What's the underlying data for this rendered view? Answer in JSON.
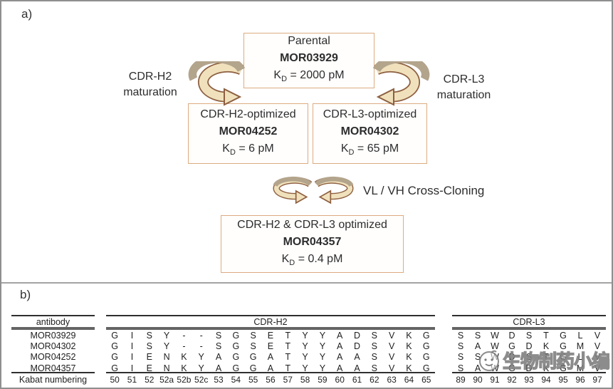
{
  "panel_a": {
    "label": "a)",
    "parental_box": {
      "title": "Parental",
      "name": "MOR03929",
      "k": "K",
      "sub": "D",
      "kd": "= 2000 pM"
    },
    "h2_box": {
      "title": "CDR-H2-optimized",
      "name": "MOR04252",
      "k": "K",
      "sub": "D",
      "kd": "= 6 pM"
    },
    "l3_box": {
      "title": "CDR-L3-optimized",
      "name": "MOR04302",
      "k": "K",
      "sub": "D",
      "kd": "= 65 pM"
    },
    "combined_box": {
      "title": "CDR-H2 & CDR-L3 optimized",
      "name": "MOR04357",
      "k": "K",
      "sub": "D",
      "kd": "= 0.4 pM"
    },
    "left_label_line1": "CDR-H2",
    "left_label_line2": "maturation",
    "right_label_line1": "CDR-L3",
    "right_label_line2": "maturation",
    "cross_cloning_label": "VL / VH Cross-Cloning"
  },
  "panel_b": {
    "label": "b)",
    "antibody_header": "antibody",
    "kabat_label": "Kabat numbering",
    "antibodies": [
      "MOR03929",
      "MOR04302",
      "MOR04252",
      "MOR04357"
    ],
    "cdr_h2": {
      "title": "CDR-H2",
      "kabat": [
        "50",
        "51",
        "52",
        "52a",
        "52b",
        "52c",
        "53",
        "54",
        "55",
        "56",
        "57",
        "58",
        "59",
        "60",
        "61",
        "62",
        "63",
        "64",
        "65"
      ],
      "sequences": [
        [
          "G",
          "I",
          "S",
          "Y",
          "-",
          "-",
          "S",
          "G",
          "S",
          "E",
          "T",
          "Y",
          "Y",
          "A",
          "D",
          "S",
          "V",
          "K",
          "G"
        ],
        [
          "G",
          "I",
          "S",
          "Y",
          "-",
          "-",
          "S",
          "G",
          "S",
          "E",
          "T",
          "Y",
          "Y",
          "A",
          "D",
          "S",
          "V",
          "K",
          "G"
        ],
        [
          "G",
          "I",
          "E",
          "N",
          "K",
          "Y",
          "A",
          "G",
          "G",
          "A",
          "T",
          "Y",
          "Y",
          "A",
          "A",
          "S",
          "V",
          "K",
          "G"
        ],
        [
          "G",
          "I",
          "E",
          "N",
          "K",
          "Y",
          "A",
          "G",
          "G",
          "A",
          "T",
          "Y",
          "Y",
          "A",
          "A",
          "S",
          "V",
          "K",
          "G"
        ]
      ]
    },
    "cdr_l3": {
      "title": "CDR-L3",
      "kabat": [
        "89",
        "90",
        "91",
        "92",
        "93",
        "94",
        "95",
        "96",
        "97"
      ],
      "sequences": [
        [
          "S",
          "S",
          "W",
          "D",
          "S",
          "T",
          "G",
          "L",
          "V"
        ],
        [
          "S",
          "A",
          "W",
          "G",
          "D",
          "K",
          "G",
          "M",
          "V"
        ],
        [
          "S",
          "S",
          "W",
          "D",
          "S",
          "T",
          "G",
          "L",
          "V"
        ],
        [
          "S",
          "A",
          "W",
          "G",
          "D",
          "K",
          "G",
          "M",
          "V"
        ]
      ]
    },
    "watermark_text": "生物制药小编"
  },
  "colors": {
    "box_border": "#dcab80",
    "arrow_dark": "#b3a48c",
    "arrow_light": "#f0e1bc",
    "arrow_outline": "#8d5f41",
    "frame": "#8f8f8f"
  }
}
